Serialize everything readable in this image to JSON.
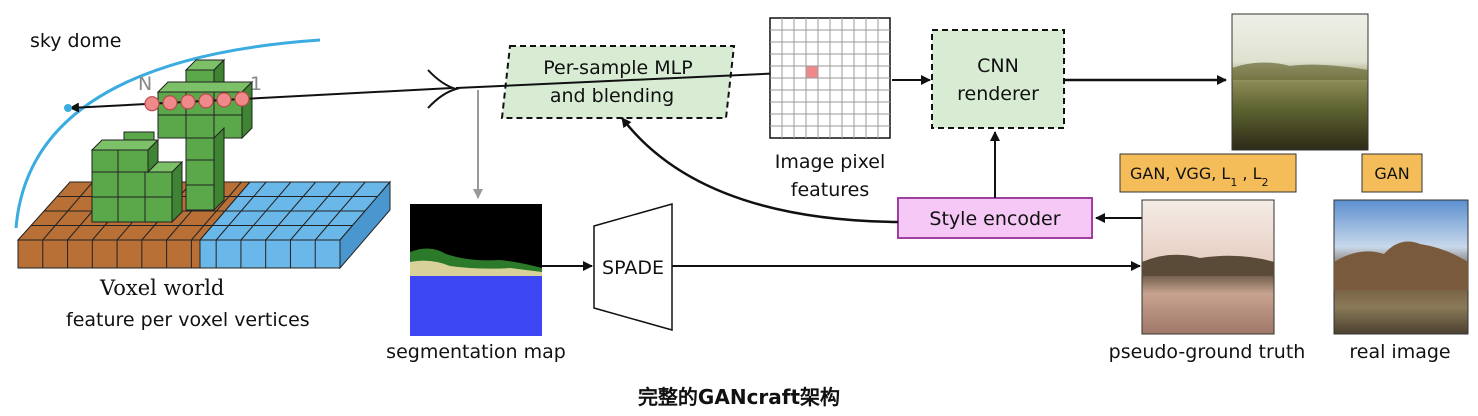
{
  "labels": {
    "sky_dome": "sky dome",
    "ray_n": "N",
    "ray_1": "1",
    "voxel_world": "Voxel world",
    "voxel_sub": "feature per voxel vertices",
    "mlp_line1": "Per-sample MLP",
    "mlp_line2": "and blending",
    "pixel_line1": "Image pixel",
    "pixel_line2": "features",
    "cnn_line1": "CNN",
    "cnn_line2": "renderer",
    "style_encoder": "Style encoder",
    "spade": "SPADE",
    "segmentation": "segmentation map",
    "pseudo_gt": "pseudo-ground truth",
    "real_image": "real image",
    "loss1": "GAN, VGG, L",
    "loss1_sub1": "1",
    "loss1_sep": " , L",
    "loss1_sub2": "2",
    "loss2": "GAN",
    "caption": "完整的GANcraft架构"
  },
  "colors": {
    "mlp_fill": "#d8ecd4",
    "cnn_fill": "#d8ecd4",
    "style_fill": "#f5c8f5",
    "style_border": "#a040a0",
    "loss_fill": "#f5bd5a",
    "sky": "#3aace0",
    "voxel_green": "#5aa84a",
    "voxel_brown": "#b87036",
    "voxel_blue": "#6ab8ea",
    "sample_point": "#f08a8a",
    "seg_water": "#3c46f2"
  }
}
